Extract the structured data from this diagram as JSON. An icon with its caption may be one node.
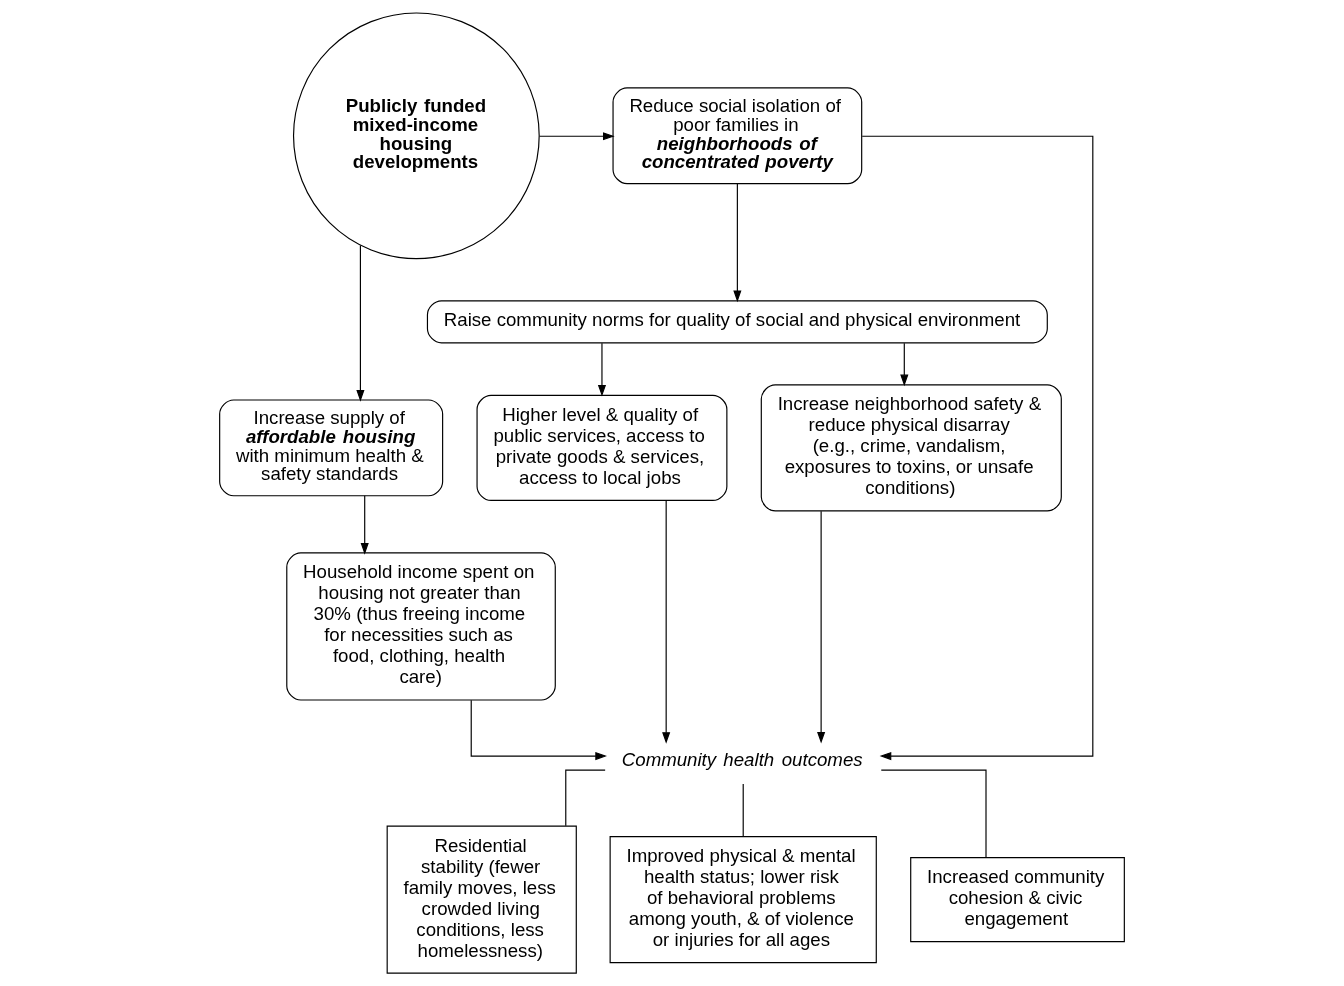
{
  "diagram": {
    "nodes": [
      {
        "text": [
          "Publicly funded mixed-income housing developments"
        ]
      },
      {
        "text": [
          "Reduce social isolation of poor families in **neighborhoods of concentrated poverty**"
        ]
      },
      {
        "text": [
          "Raise community norms for quality of social and physical environment"
        ]
      },
      {
        "text": [
          "Increase supply of **affordable housing** with minimum health & safety standards"
        ]
      },
      {
        "text": [
          "Higher level & quality of public services, access to private goods & services, access to local jobs"
        ]
      },
      {
        "text": [
          "Increase neighborhood safety & reduce physical disarray (e.g., crime, vandalism, exposures to toxins, or unsafe conditions)"
        ]
      },
      {
        "text": [
          "Household income spent on housing not greater than 30% (thus freeing income for necessities such as food, clothing, health care)"
        ]
      },
      {
        "text": [
          "Community health outcomes"
        ]
      },
      {
        "text": [
          "Residential stability (fewer family moves, less crowded living conditions, less homelessness)"
        ]
      },
      {
        "text": [
          "Improved physical & mental health status; lower risk of behavioral problems among youth, & of violence or injuries for all ages"
        ]
      },
      {
        "text": [
          "Increased community cohesion & civic engagement"
        ]
      }
    ],
    "edges": [
      {
        "from": 0,
        "to": 1,
        "arrow": "to"
      },
      {
        "from": 1,
        "to": 2,
        "arrow": "to"
      },
      {
        "from": 0,
        "to": 3,
        "arrow": "to"
      },
      {
        "from": 2,
        "to": 4,
        "arrow": "to"
      },
      {
        "from": 2,
        "to": 5,
        "arrow": "to"
      },
      {
        "from": 3,
        "to": 6,
        "arrow": "to"
      },
      {
        "from": 6,
        "to": 7,
        "arrow": "to"
      },
      {
        "from": 4,
        "to": 7,
        "arrow": "to"
      },
      {
        "from": 5,
        "to": 7,
        "arrow": "to"
      },
      {
        "from": 1,
        "to": 7,
        "arrow": "to"
      },
      {
        "from": 7,
        "to": 8,
        "arrow": "none"
      },
      {
        "from": 7,
        "to": 9,
        "arrow": "none"
      },
      {
        "from": 7,
        "to": 10,
        "arrow": "none"
      }
    ]
  }
}
